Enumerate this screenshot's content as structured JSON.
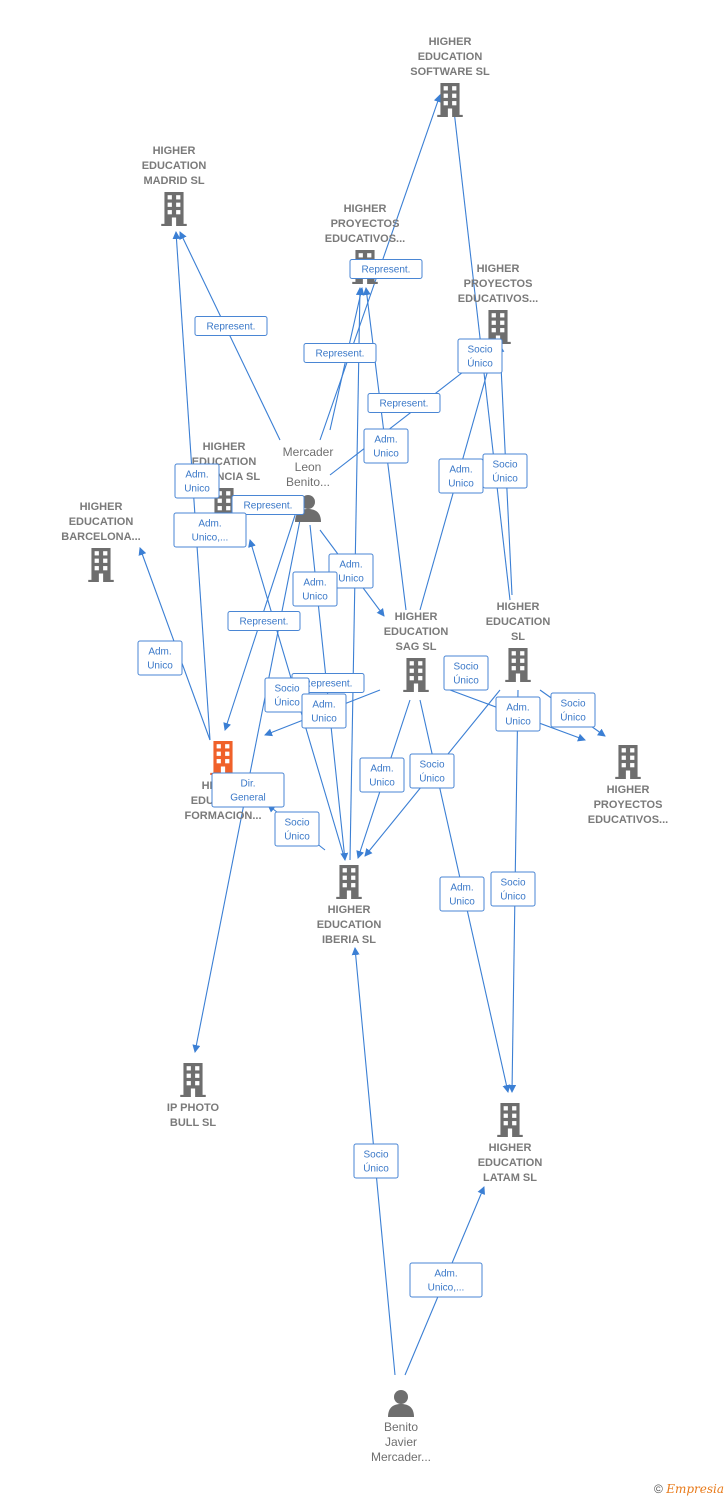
{
  "nodes": [
    {
      "id": "software",
      "type": "company",
      "lines": [
        "HIGHER",
        "EDUCATION",
        "SOFTWARE  SL"
      ]
    },
    {
      "id": "madrid",
      "type": "company",
      "lines": [
        "HIGHER",
        "EDUCATION",
        "MADRID  SL"
      ]
    },
    {
      "id": "proy1",
      "type": "company",
      "lines": [
        "HIGHER",
        "PROYECTOS",
        "EDUCATIVOS..."
      ]
    },
    {
      "id": "proy2",
      "type": "company",
      "lines": [
        "HIGHER",
        "PROYECTOS",
        "EDUCATIVOS..."
      ]
    },
    {
      "id": "mercader",
      "type": "person",
      "lines": [
        "Mercader",
        "Leon",
        "Benito..."
      ]
    },
    {
      "id": "valencia",
      "type": "company",
      "lines": [
        "HIGHER",
        "EDUCATION",
        "VALENCIA  SL"
      ]
    },
    {
      "id": "barcelona",
      "type": "company",
      "lines": [
        "HIGHER",
        "EDUCATION",
        "BARCELONA..."
      ]
    },
    {
      "id": "sag",
      "type": "company",
      "lines": [
        "HIGHER",
        "EDUCATION",
        "SAG  SL"
      ]
    },
    {
      "id": "edsl",
      "type": "company",
      "lines": [
        "HIGHER",
        "EDUCATION",
        "SL"
      ]
    },
    {
      "id": "proy3",
      "type": "company",
      "lines": [
        "HIGHER",
        "PROYECTOS",
        "EDUCATIVOS..."
      ]
    },
    {
      "id": "formacion",
      "type": "company",
      "highlight": true,
      "lines": [
        "HIGHER",
        "EDUCATION",
        "FORMACION..."
      ]
    },
    {
      "id": "iberia",
      "type": "company",
      "lines": [
        "HIGHER",
        "EDUCATION",
        "IBERIA  SL"
      ]
    },
    {
      "id": "ipphoto",
      "type": "company",
      "lines": [
        "IP PHOTO",
        "BULL  SL"
      ]
    },
    {
      "id": "latam",
      "type": "company",
      "lines": [
        "HIGHER",
        "EDUCATION",
        "LATAM  SL"
      ]
    },
    {
      "id": "benito",
      "type": "person",
      "lines": [
        "Benito",
        "Javier",
        "Mercader..."
      ]
    }
  ],
  "edge_labels": [
    {
      "id": "e1",
      "lines": [
        "Represent."
      ]
    },
    {
      "id": "e2",
      "lines": [
        "Represent."
      ]
    },
    {
      "id": "e3",
      "lines": [
        "Represent."
      ]
    },
    {
      "id": "e4",
      "lines": [
        "Socio",
        "Único"
      ]
    },
    {
      "id": "e5",
      "lines": [
        "Represent."
      ]
    },
    {
      "id": "e6",
      "lines": [
        "Adm.",
        "Unico"
      ]
    },
    {
      "id": "e7",
      "lines": [
        "Adm.",
        "Unico"
      ]
    },
    {
      "id": "e8",
      "lines": [
        "Socio",
        "Único"
      ]
    },
    {
      "id": "e9",
      "lines": [
        "Adm.",
        "Unico"
      ]
    },
    {
      "id": "e10",
      "lines": [
        "Represent."
      ]
    },
    {
      "id": "e11",
      "lines": [
        "Adm.",
        "Unico,..."
      ]
    },
    {
      "id": "e12",
      "lines": [
        "Adm.",
        "Unico"
      ]
    },
    {
      "id": "e13",
      "lines": [
        "Adm.",
        "Unico"
      ]
    },
    {
      "id": "e14",
      "lines": [
        "Represent."
      ]
    },
    {
      "id": "e15",
      "lines": [
        "Adm.",
        "Unico"
      ]
    },
    {
      "id": "e16",
      "lines": [
        "Socio",
        "Único"
      ]
    },
    {
      "id": "e17",
      "lines": [
        "Represent."
      ]
    },
    {
      "id": "e18",
      "lines": [
        "Socio",
        "Único"
      ]
    },
    {
      "id": "e19",
      "lines": [
        "Adm.",
        "Unico"
      ]
    },
    {
      "id": "e20",
      "lines": [
        "Adm.",
        "Unico"
      ]
    },
    {
      "id": "e21",
      "lines": [
        "Socio",
        "Único"
      ]
    },
    {
      "id": "e22",
      "lines": [
        "Dir.",
        "General"
      ]
    },
    {
      "id": "e23",
      "lines": [
        "Adm.",
        "Unico"
      ]
    },
    {
      "id": "e24",
      "lines": [
        "Socio",
        "Único"
      ]
    },
    {
      "id": "e25",
      "lines": [
        "Socio",
        "Único"
      ]
    },
    {
      "id": "e26",
      "lines": [
        "Adm.",
        "Unico"
      ]
    },
    {
      "id": "e27",
      "lines": [
        "Socio",
        "Único"
      ]
    },
    {
      "id": "e28",
      "lines": [
        "Socio",
        "Único"
      ]
    },
    {
      "id": "e29",
      "lines": [
        "Adm.",
        "Unico,..."
      ]
    }
  ],
  "footer": {
    "copyright": "©",
    "brand": "Empresia"
  },
  "colors": {
    "edge": "#3b7fd4",
    "node": "#6e6e6e",
    "highlight": "#f0612a"
  }
}
